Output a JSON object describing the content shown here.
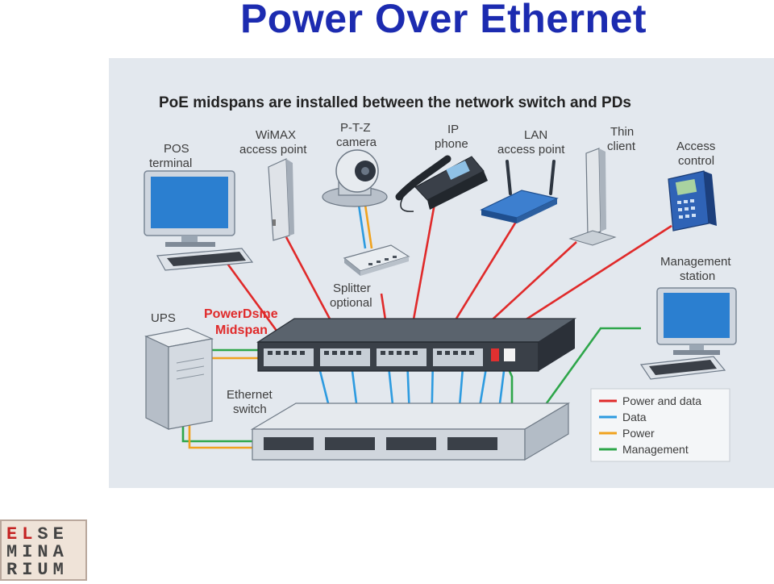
{
  "slide": {
    "title": "Power Over Ethernet"
  },
  "diagram": {
    "headline": "PoE midspans are installed between the network switch and PDs",
    "devices": [
      {
        "key": "pos",
        "line1": "POS",
        "line2": "terminal",
        "icon": "pos-terminal-icon"
      },
      {
        "key": "wimax",
        "line1": "WiMAX",
        "line2": "access point",
        "icon": "wimax-access-point-icon"
      },
      {
        "key": "ptz",
        "line1": "P-T-Z",
        "line2": "camera",
        "icon": "ptz-camera-icon"
      },
      {
        "key": "phone",
        "line1": "IP",
        "line2": "phone",
        "icon": "ip-phone-icon"
      },
      {
        "key": "lan",
        "line1": "LAN",
        "line2": "access point",
        "icon": "lan-access-point-icon"
      },
      {
        "key": "thin",
        "line1": "Thin",
        "line2": "client",
        "icon": "thin-client-icon"
      },
      {
        "key": "access",
        "line1": "Access",
        "line2": "control",
        "icon": "access-control-icon"
      }
    ],
    "management": {
      "line1": "Management",
      "line2": "station"
    },
    "splitter": {
      "line1": "Splitter",
      "line2": "optional"
    },
    "ups": "UPS",
    "midspan": {
      "line1": "PowerDsine",
      "line2": "Midspan"
    },
    "switch": {
      "line1": "Ethernet",
      "line2": "switch"
    },
    "legend": [
      {
        "label": "Power and data",
        "color": "#e02a2a"
      },
      {
        "label": "Data",
        "color": "#2d9be0"
      },
      {
        "label": "Power",
        "color": "#f0a21e"
      },
      {
        "label": "Management",
        "color": "#2ea64a"
      }
    ]
  },
  "logo": {
    "line1a": "EL",
    "line1b": "SE",
    "line2": "MINA",
    "line3": "RIUM"
  }
}
